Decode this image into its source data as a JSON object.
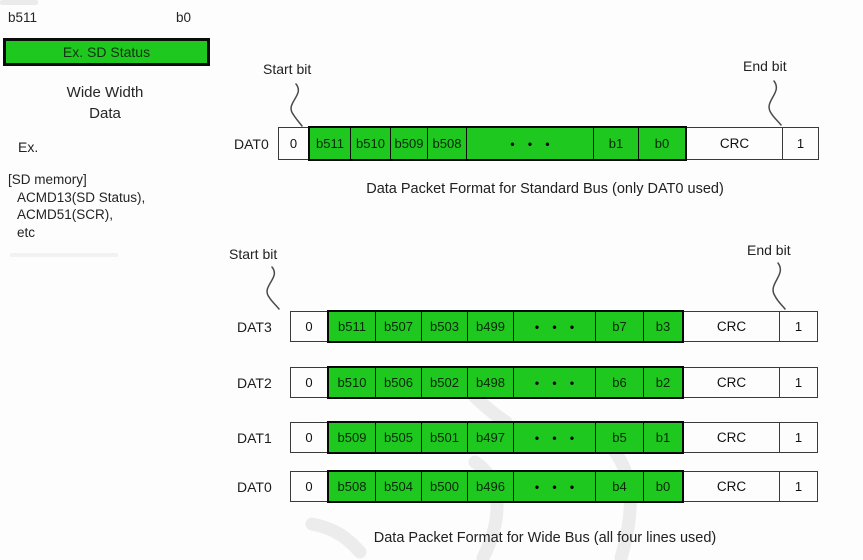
{
  "colors": {
    "cell_green": "#1fc81f",
    "border_black": "#0b0b0b"
  },
  "left_panel": {
    "bit_high": "b511",
    "bit_low": "b0",
    "block_label": "Ex. SD Status",
    "caption_line1": "Wide Width",
    "caption_line2": "Data",
    "example_heading": "Ex.",
    "example_group": "[SD memory]",
    "example_items": [
      "ACMD13(SD Status),",
      "ACMD51(SCR),",
      "etc"
    ]
  },
  "standard_bus": {
    "start_bit_label": "Start bit",
    "end_bit_label": "End bit",
    "caption": "Data Packet Format for Standard Bus (only DAT0 used)",
    "row": {
      "label": "DAT0",
      "start_bit": "0",
      "bits": [
        "b511",
        "b510",
        "b509",
        "b508"
      ],
      "ellipsis": "• • •",
      "tail_bits": [
        "b1",
        "b0"
      ],
      "crc": "CRC",
      "end_bit": "1"
    }
  },
  "wide_bus": {
    "start_bit_label": "Start bit",
    "end_bit_label": "End bit",
    "caption": "Data Packet Format for Wide Bus (all four lines used)",
    "rows": [
      {
        "label": "DAT3",
        "start_bit": "0",
        "bits": [
          "b511",
          "b507",
          "b503",
          "b499"
        ],
        "ellipsis": "• • •",
        "tail_bits": [
          "b7",
          "b3"
        ],
        "crc": "CRC",
        "end_bit": "1"
      },
      {
        "label": "DAT2",
        "start_bit": "0",
        "bits": [
          "b510",
          "b506",
          "b502",
          "b498"
        ],
        "ellipsis": "• • •",
        "tail_bits": [
          "b6",
          "b2"
        ],
        "crc": "CRC",
        "end_bit": "1"
      },
      {
        "label": "DAT1",
        "start_bit": "0",
        "bits": [
          "b509",
          "b505",
          "b501",
          "b497"
        ],
        "ellipsis": "• • •",
        "tail_bits": [
          "b5",
          "b1"
        ],
        "crc": "CRC",
        "end_bit": "1"
      },
      {
        "label": "DAT0",
        "start_bit": "0",
        "bits": [
          "b508",
          "b504",
          "b500",
          "b496"
        ],
        "ellipsis": "• • •",
        "tail_bits": [
          "b4",
          "b0"
        ],
        "crc": "CRC",
        "end_bit": "1"
      }
    ]
  }
}
